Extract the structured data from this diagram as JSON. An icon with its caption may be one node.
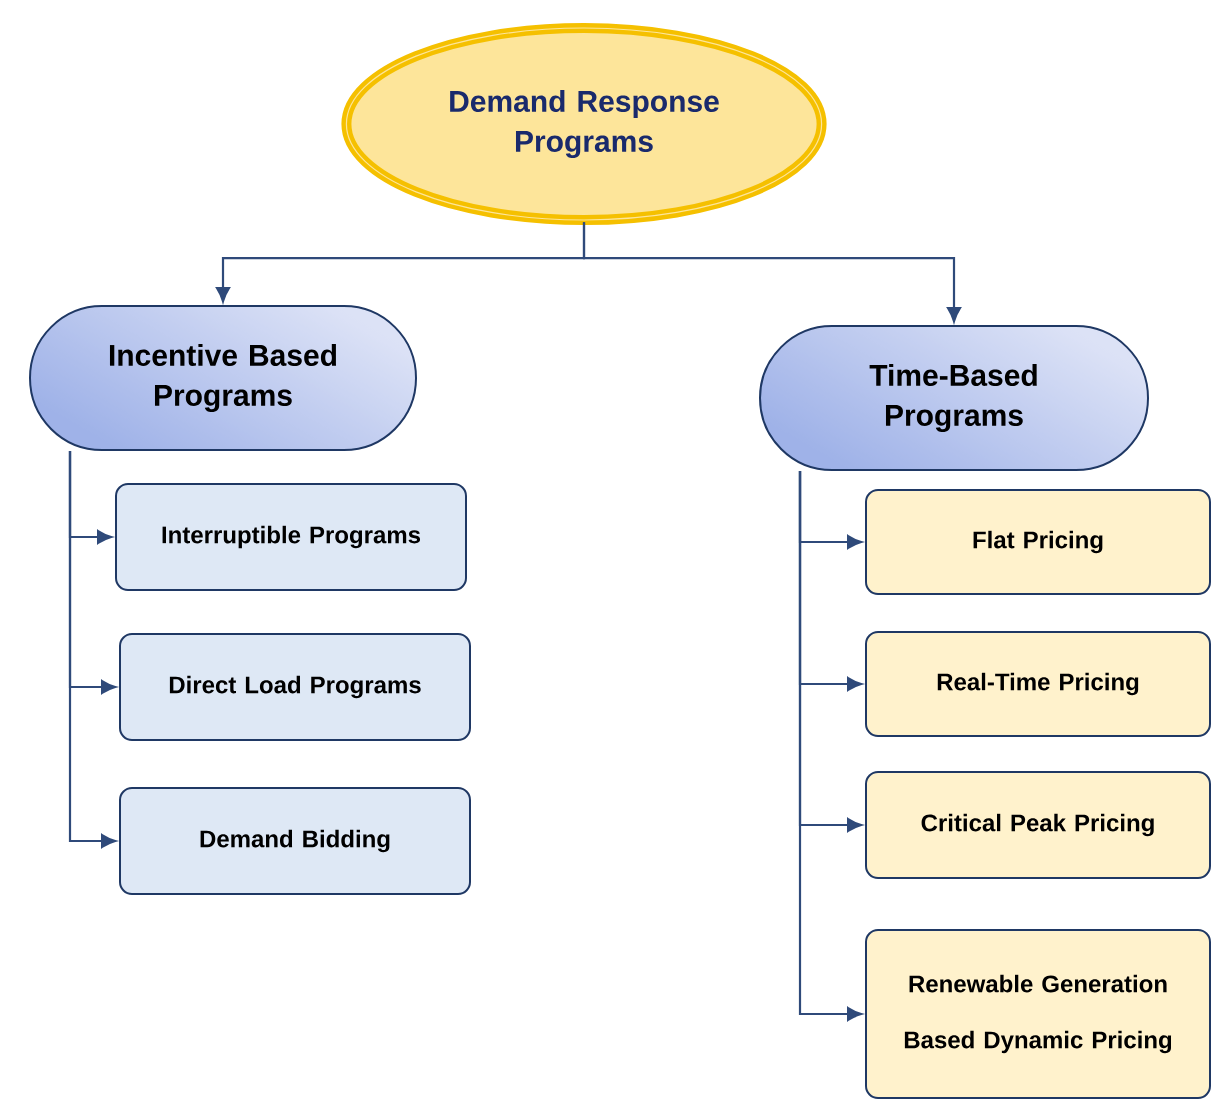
{
  "diagram": {
    "nodes": [
      {
        "text": [
          "Demand Response Programs"
        ]
      },
      {
        "text": [
          "Incentive Based Programs"
        ]
      },
      {
        "text": [
          "Time-Based Programs"
        ]
      },
      {
        "text": [
          "Interruptible Programs"
        ]
      },
      {
        "text": [
          "Direct Load Programs"
        ]
      },
      {
        "text": [
          "Demand Bidding"
        ]
      },
      {
        "text": [
          "Flat Pricing"
        ]
      },
      {
        "text": [
          "Real-Time Pricing"
        ]
      },
      {
        "text": [
          "Critical Peak Pricing"
        ]
      },
      {
        "text": [
          "Renewable Generation Based Dynamic Pricing"
        ]
      }
    ],
    "edges": [
      {
        "from": 0,
        "to": 1,
        "arrow": "to"
      },
      {
        "from": 0,
        "to": 2,
        "arrow": "to"
      },
      {
        "from": 1,
        "to": 3,
        "arrow": "to"
      },
      {
        "from": 1,
        "to": 4,
        "arrow": "to"
      },
      {
        "from": 1,
        "to": 5,
        "arrow": "to"
      },
      {
        "from": 2,
        "to": 6,
        "arrow": "to"
      },
      {
        "from": 2,
        "to": 7,
        "arrow": "to"
      },
      {
        "from": 2,
        "to": 8,
        "arrow": "to"
      },
      {
        "from": 2,
        "to": 9,
        "arrow": "to"
      }
    ]
  }
}
